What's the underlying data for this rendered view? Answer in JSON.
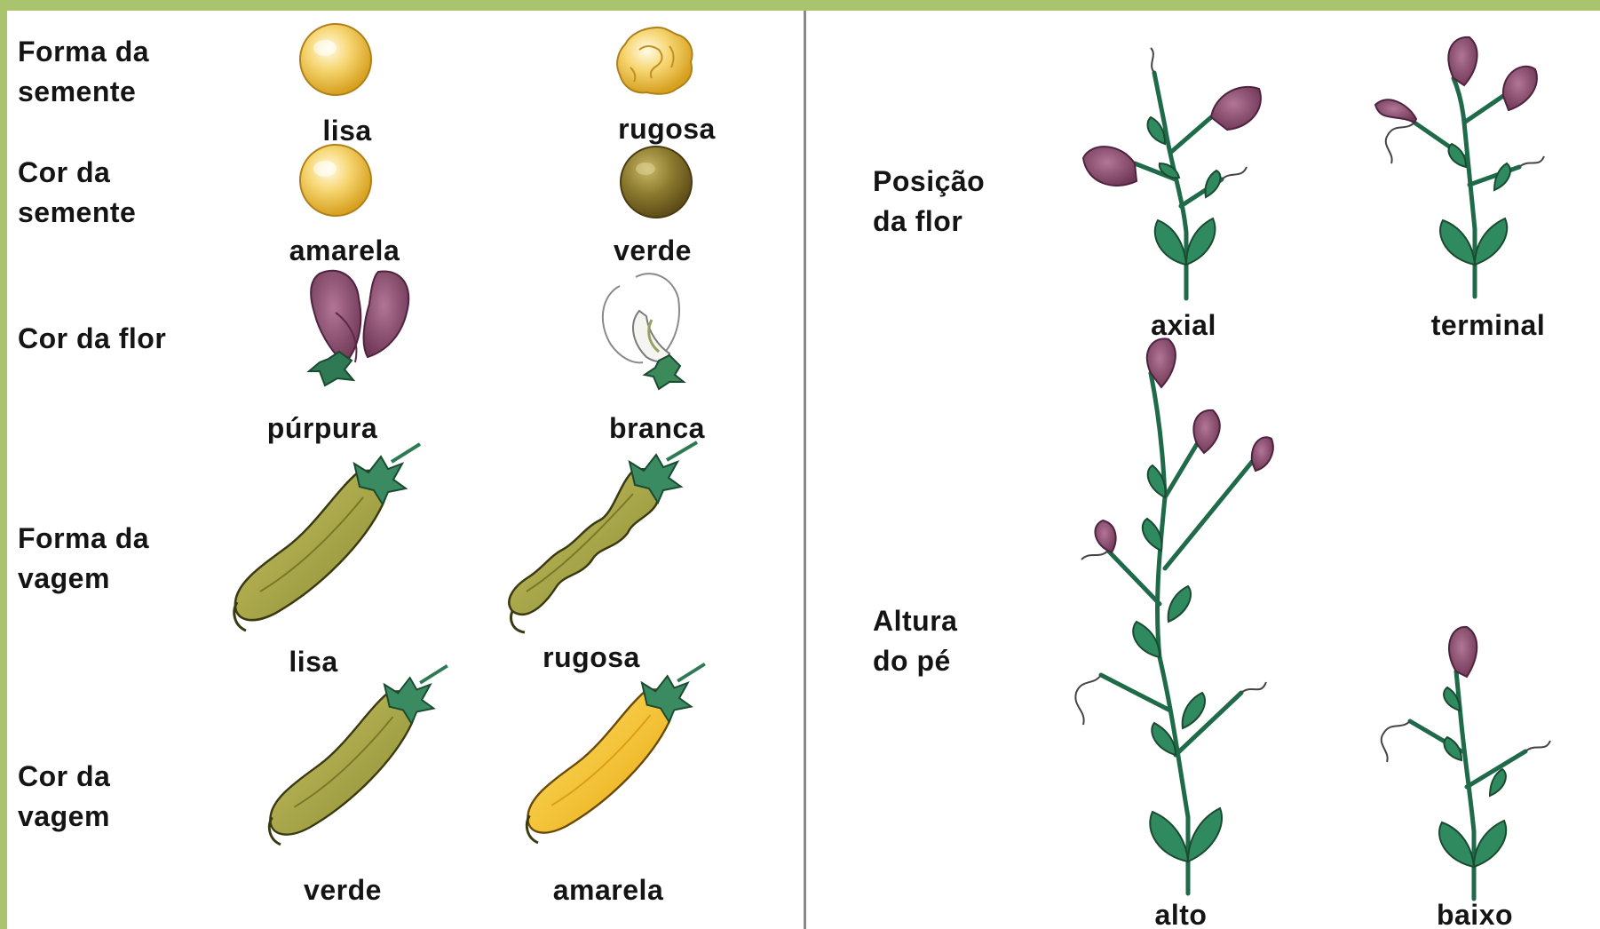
{
  "left_panel": {
    "rows": [
      {
        "label_lines": [
          "Forma da",
          "semente"
        ],
        "options": [
          {
            "caption": "lisa",
            "icon": "round-yellow-seed-icon"
          },
          {
            "caption": "rugosa",
            "icon": "wrinkled-yellow-seed-icon"
          }
        ]
      },
      {
        "label_lines": [
          "Cor da",
          "semente"
        ],
        "options": [
          {
            "caption": "amarela",
            "icon": "yellow-seed-icon"
          },
          {
            "caption": "verde",
            "icon": "green-seed-icon"
          }
        ]
      },
      {
        "label_lines": [
          "Cor da flor"
        ],
        "options": [
          {
            "caption": "púrpura",
            "icon": "purple-flower-icon"
          },
          {
            "caption": "branca",
            "icon": "white-flower-icon"
          }
        ]
      },
      {
        "label_lines": [
          "Forma da",
          "vagem"
        ],
        "options": [
          {
            "caption": "lisa",
            "icon": "smooth-pod-icon"
          },
          {
            "caption": "rugosa",
            "icon": "constricted-pod-icon"
          }
        ]
      },
      {
        "label_lines": [
          "Cor da",
          "vagem"
        ],
        "options": [
          {
            "caption": "verde",
            "icon": "green-pod-icon"
          },
          {
            "caption": "amarela",
            "icon": "yellow-pod-icon"
          }
        ]
      }
    ]
  },
  "right_panel": {
    "rows": [
      {
        "label_lines": [
          "Posição",
          "da flor"
        ],
        "options": [
          {
            "caption": "axial",
            "icon": "axial-flower-plant-icon"
          },
          {
            "caption": "terminal",
            "icon": "terminal-flower-plant-icon"
          }
        ]
      },
      {
        "label_lines": [
          "Altura",
          "do pé"
        ],
        "options": [
          {
            "caption": "alto",
            "icon": "tall-plant-icon"
          },
          {
            "caption": "baixo",
            "icon": "short-plant-icon"
          }
        ]
      }
    ]
  },
  "colors": {
    "frame_green": "#a9c46c",
    "seed_yellow": "#f2c94a",
    "seed_green": "#8a7a2e",
    "flower_purple": "#8a4a6e",
    "leaf_green": "#2e8a64",
    "pod_green": "#a8a645",
    "pod_yellow": "#f2c21a"
  }
}
